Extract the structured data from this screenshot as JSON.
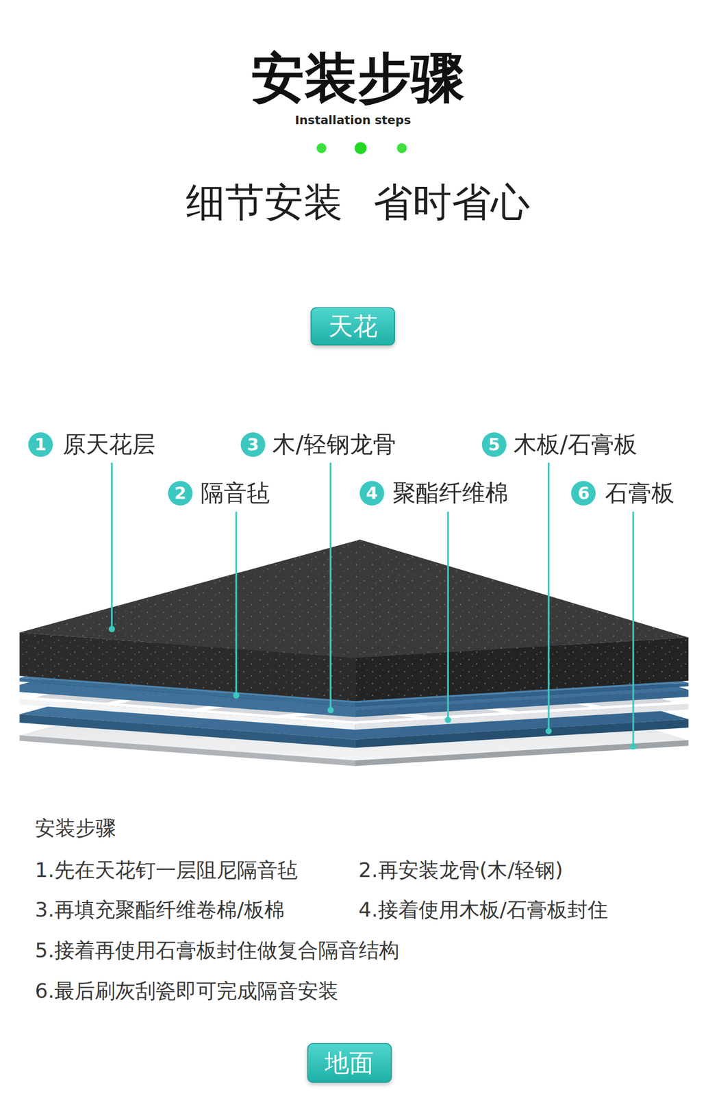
{
  "diagram": {
    "title": "安装步骤",
    "nodes": [
      {
        "text": [
          "天花"
        ]
      },
      {
        "text": [
          "地面"
        ]
      }
    ],
    "labels": [
      "Installation steps",
      "细节安装",
      "省时省心",
      "1",
      "原天花层",
      "3",
      "木/轻钢龙骨",
      "5",
      "木板/石膏板",
      "2",
      "隔音毡",
      "4",
      "聚酯纤维棉",
      "6",
      "石膏板",
      "安装步骤",
      "1.先在天花钉一层阻尼隔音毡",
      "2.再安装龙骨(木/轻钢)",
      "3.再填充聚酯纤维卷棉/板棉",
      "4.接着使用木板/石膏板封住",
      "5.接着再使用石膏板封住做复合隔音结构",
      "6.最后刷灰刮瓷即可完成隔音安装"
    ]
  }
}
